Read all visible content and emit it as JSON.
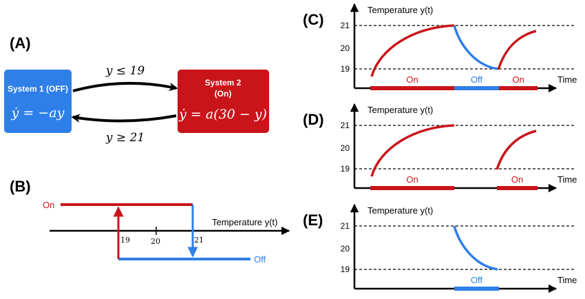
{
  "colors": {
    "red": "#c9141a",
    "blue": "#2f7fe8",
    "black": "#000000",
    "white": "#ffffff"
  },
  "panel_a": {
    "label": "(A)",
    "system1": {
      "title": "System 1 (OFF)",
      "equation": "ẏ = −ay"
    },
    "system2": {
      "title": "System 2",
      "subtitle": "(On)",
      "equation": "ẏ = a(30 − y)"
    },
    "top_condition": "y ≤ 19",
    "bottom_condition": "y ≥ 21"
  },
  "panel_b": {
    "label": "(B)",
    "on_label": "On",
    "off_label": "Off",
    "axis_label": "Temperature y(t)",
    "ticks": [
      "19",
      "20",
      "21"
    ]
  },
  "plots": {
    "y_axis_label": "Temperature y(t)",
    "x_axis_label": "Time",
    "y_ticks": [
      "21",
      "20",
      "19"
    ],
    "c": {
      "label": "(C)",
      "bars": [
        {
          "state": "on",
          "text": "On"
        },
        {
          "state": "off",
          "text": "Off"
        },
        {
          "state": "on",
          "text": "On"
        }
      ]
    },
    "d": {
      "label": "(D)",
      "bars": [
        {
          "state": "on",
          "text": "On"
        },
        {
          "state": "on",
          "text": "On"
        }
      ]
    },
    "e": {
      "label": "(E)",
      "bars": [
        {
          "state": "off",
          "text": "Off"
        }
      ]
    }
  }
}
